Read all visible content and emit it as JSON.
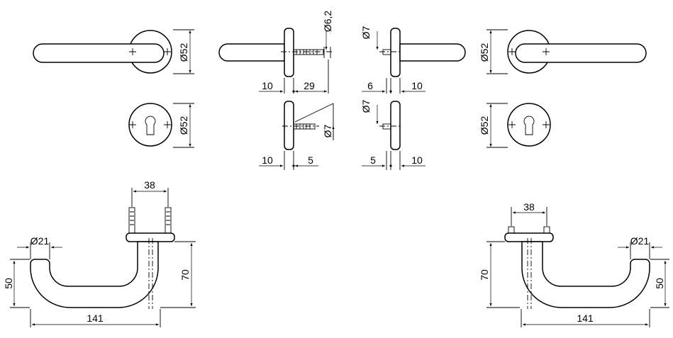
{
  "dimensions": {
    "rose_diameter": "Ø52",
    "spindle_diameter": "Ø6,2",
    "screw_diameter": "Ø7",
    "rose_thickness": "10",
    "spindle_length": "29",
    "screw_offset": "6",
    "screw_offset_small": "5",
    "fixing_spacing": "38",
    "grip_diameter": "Ø21",
    "grip_height": "50",
    "projection": "70",
    "lever_length": "141"
  },
  "colors": {
    "line": "#000000",
    "paper": "#ffffff"
  }
}
